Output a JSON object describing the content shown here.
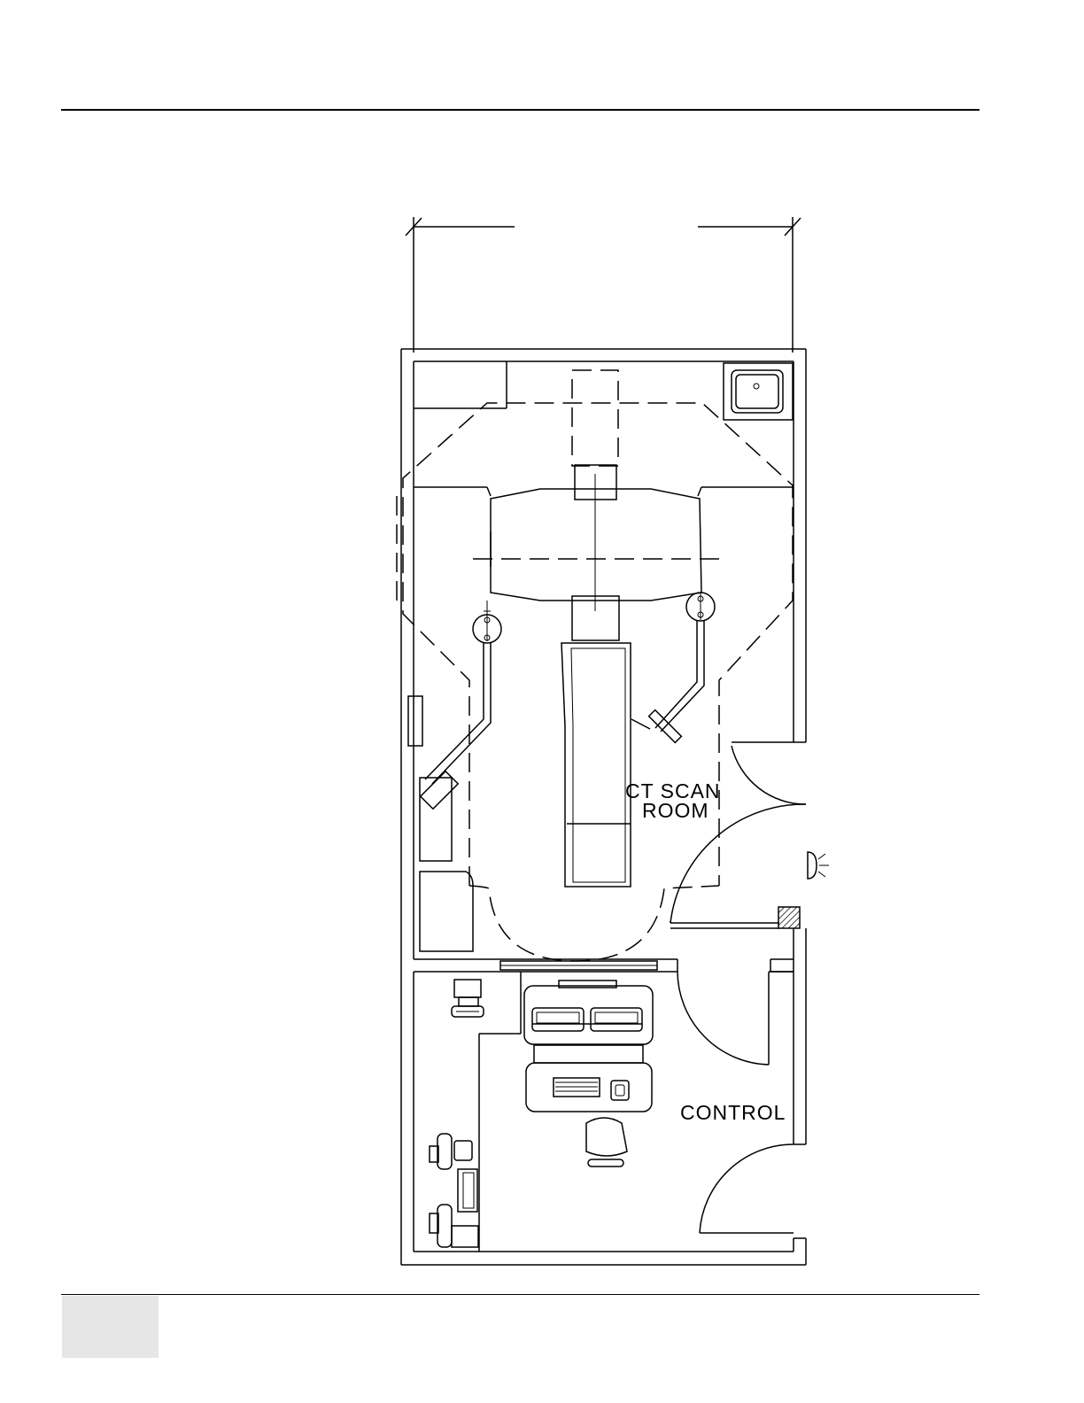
{
  "diagram": {
    "labels": {
      "scan_room_line1": "CT SCAN",
      "scan_room_line2": "ROOM",
      "control_room": "CONTROL"
    }
  }
}
